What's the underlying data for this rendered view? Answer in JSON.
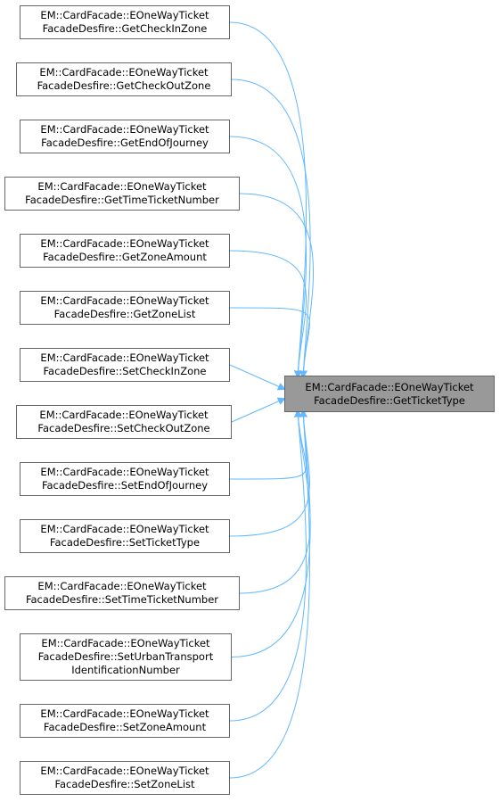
{
  "target": {
    "lines": [
      "EM::CardFacade::EOneWayTicket",
      "FacadeDesfire::GetTicketType"
    ]
  },
  "callers": [
    {
      "lines": [
        "EM::CardFacade::EOneWayTicket",
        "FacadeDesfire::GetCheckInZone"
      ]
    },
    {
      "lines": [
        "EM::CardFacade::EOneWayTicket",
        "FacadeDesfire::GetCheckOutZone"
      ]
    },
    {
      "lines": [
        "EM::CardFacade::EOneWayTicket",
        "FacadeDesfire::GetEndOfJourney"
      ]
    },
    {
      "lines": [
        "EM::CardFacade::EOneWayTicket",
        "FacadeDesfire::GetTimeTicketNumber"
      ]
    },
    {
      "lines": [
        "EM::CardFacade::EOneWayTicket",
        "FacadeDesfire::GetZoneAmount"
      ]
    },
    {
      "lines": [
        "EM::CardFacade::EOneWayTicket",
        "FacadeDesfire::GetZoneList"
      ]
    },
    {
      "lines": [
        "EM::CardFacade::EOneWayTicket",
        "FacadeDesfire::SetCheckInZone"
      ]
    },
    {
      "lines": [
        "EM::CardFacade::EOneWayTicket",
        "FacadeDesfire::SetCheckOutZone"
      ]
    },
    {
      "lines": [
        "EM::CardFacade::EOneWayTicket",
        "FacadeDesfire::SetEndOfJourney"
      ]
    },
    {
      "lines": [
        "EM::CardFacade::EOneWayTicket",
        "FacadeDesfire::SetTicketType"
      ]
    },
    {
      "lines": [
        "EM::CardFacade::EOneWayTicket",
        "FacadeDesfire::SetTimeTicketNumber"
      ]
    },
    {
      "lines": [
        "EM::CardFacade::EOneWayTicket",
        "FacadeDesfire::SetUrbanTransport",
        "IdentificationNumber"
      ]
    },
    {
      "lines": [
        "EM::CardFacade::EOneWayTicket",
        "FacadeDesfire::SetZoneAmount"
      ]
    },
    {
      "lines": [
        "EM::CardFacade::EOneWayTicket",
        "FacadeDesfire::SetZoneList"
      ]
    }
  ],
  "colors": {
    "edge": "#63b8ff",
    "node_border": "#666666",
    "target_fill": "#999999"
  }
}
